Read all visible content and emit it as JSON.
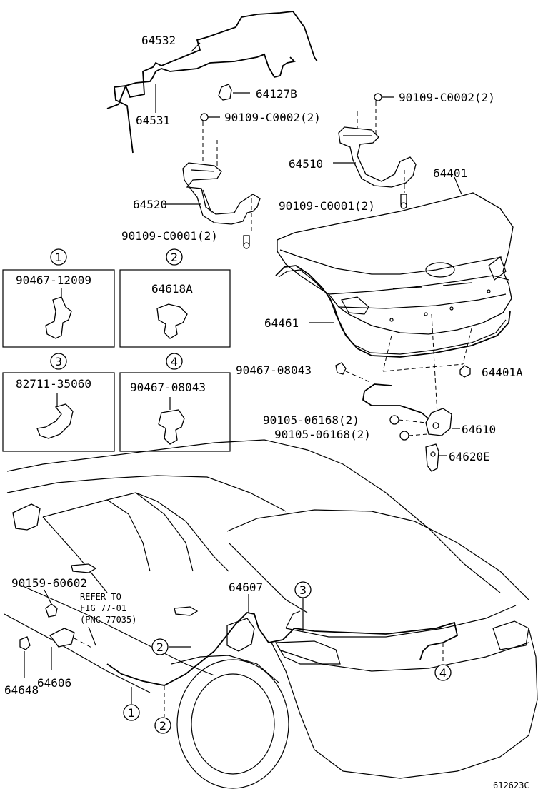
{
  "labels": {
    "p64532": "64532",
    "p64531": "64531",
    "p64127B": "64127B",
    "p90109_c0002_left": "90109-C0002(2)",
    "p90109_c0002_right": "90109-C0002(2)",
    "p64510": "64510",
    "p64401": "64401",
    "p64520": "64520",
    "p90109_c0001_right": "90109-C0001(2)",
    "p90109_c0001_left": "90109-C0001(2)",
    "p64461": "64461",
    "p90467_08043": "90467-08043",
    "p64401A": "64401A",
    "p90105_06168_a": "90105-06168(2)",
    "p90105_06168_b": "90105-06168(2)",
    "p64610": "64610",
    "p64620E": "64620E",
    "p90159_60602": "90159-60602",
    "p64607": "64607",
    "p64606": "64606",
    "p64648": "64648"
  },
  "refer_note": {
    "line1": "REFER TO",
    "line2": "FIG 77-01",
    "line3": "(PNC 77035)"
  },
  "detail_boxes": [
    {
      "num": "1",
      "part": "90467-12009"
    },
    {
      "num": "2",
      "part": "64618A"
    },
    {
      "num": "3",
      "part": "82711-35060"
    },
    {
      "num": "4",
      "part": "90467-08043"
    }
  ],
  "callouts": {
    "c1": "1",
    "c2a": "2",
    "c2b": "2",
    "c3": "3",
    "c4": "4"
  },
  "figure_code": "612623C"
}
